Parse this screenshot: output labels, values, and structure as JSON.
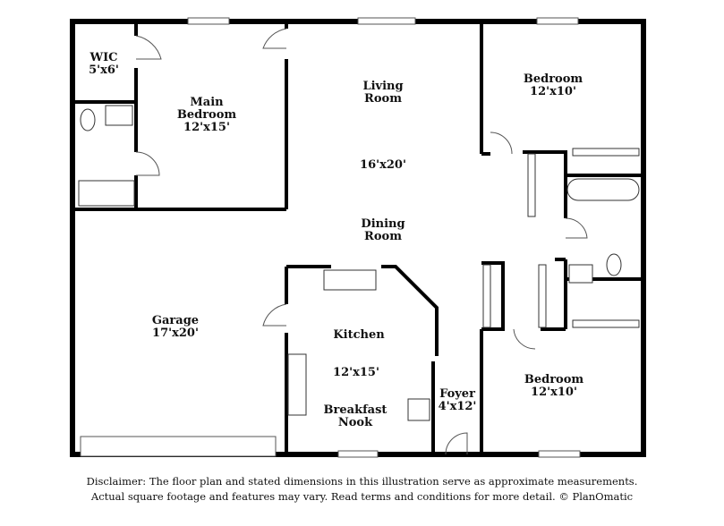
{
  "rooms": {
    "wic": {
      "name": "WIC",
      "dim": "5'x6'"
    },
    "main_bedroom": {
      "name_line1": "Main",
      "name_line2": "Bedroom",
      "dim": "12'x15'"
    },
    "living": {
      "name_line1": "Living",
      "name_line2": "Room",
      "dim": "16'x20'"
    },
    "dining": {
      "name_line1": "Dining",
      "name_line2": "Room"
    },
    "bedroom_ne": {
      "name": "Bedroom",
      "dim": "12'x10'"
    },
    "garage": {
      "name": "Garage",
      "dim": "17'x20'"
    },
    "kitchen": {
      "name": "Kitchen",
      "dim": "12'x15'"
    },
    "nook": {
      "name_line1": "Breakfast",
      "name_line2": "Nook"
    },
    "foyer": {
      "name": "Foyer",
      "dim": "4'x12'"
    },
    "bedroom_se": {
      "name": "Bedroom",
      "dim": "12'x10'"
    }
  },
  "disclaimer": {
    "line1": "Disclaimer: The floor plan and stated dimensions in this illustration serve as approximate measurements.",
    "line2": "Actual square footage and features may vary. Read terms and conditions for more detail. © PlanOmatic"
  }
}
